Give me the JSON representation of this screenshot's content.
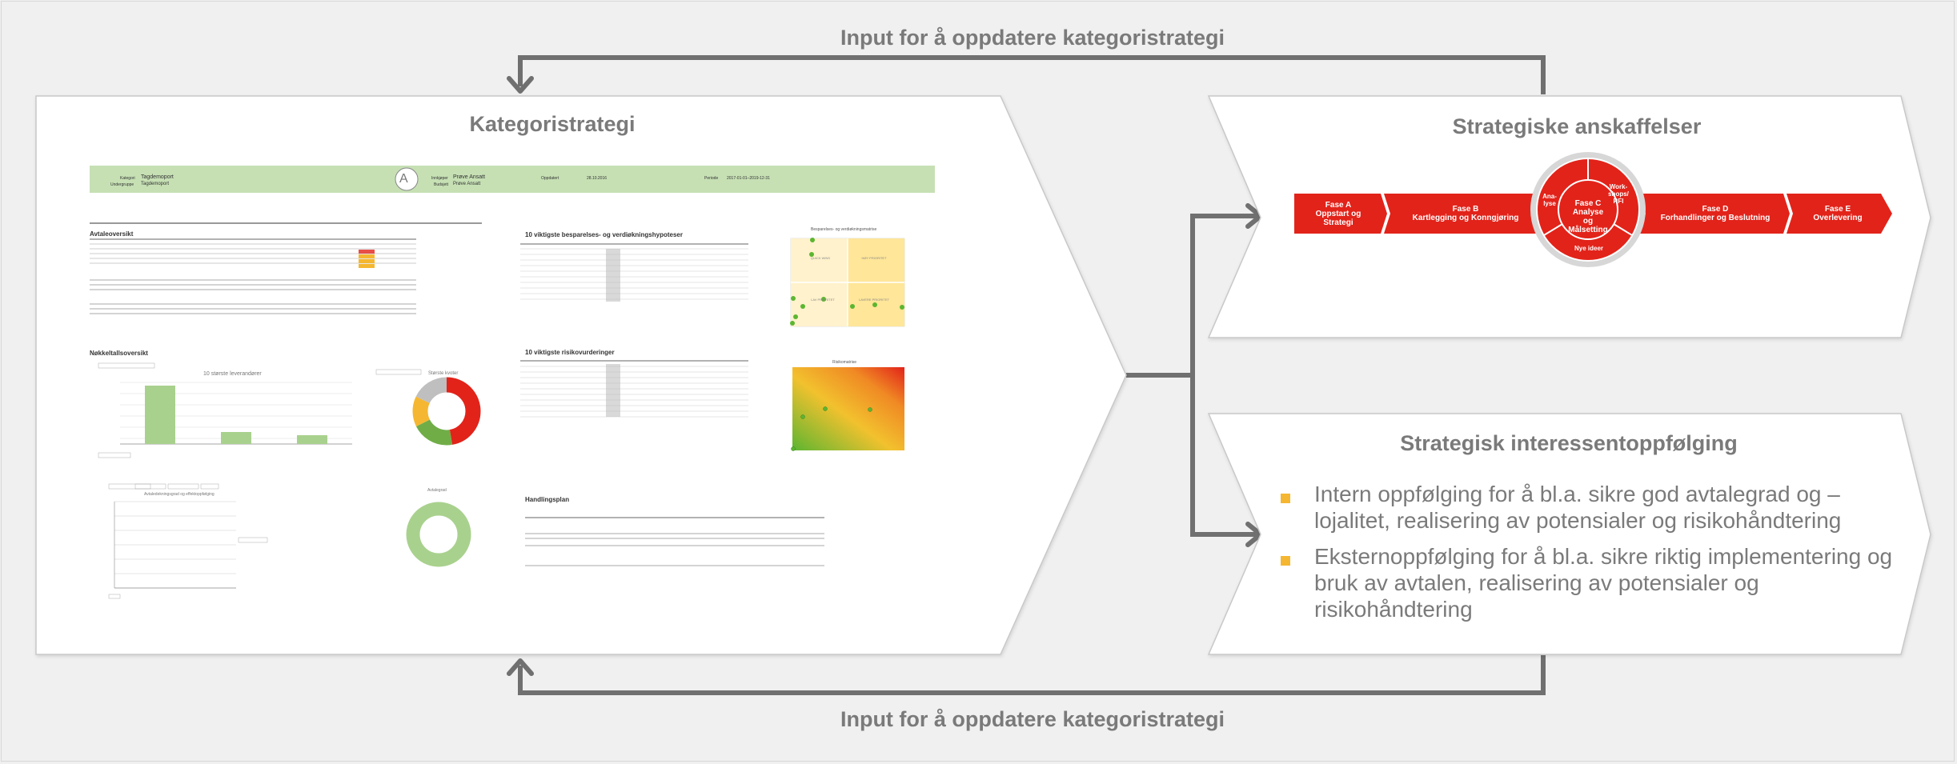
{
  "loop": {
    "top_label": "Input for å oppdatere kategoristrategi",
    "bottom_label": "Input for å oppdatere kategoristrategi"
  },
  "kategori": {
    "title": "Kategoristrategi",
    "header": {
      "label_kategori": "Kategori",
      "value_kategori": "Tagdemoport",
      "label_undergruppe": "Undergruppe",
      "value_undergruppe": "Tagdemoport",
      "badge": "A",
      "label_innkjoper": "Innkjøper",
      "value_innkjoper": "Prøve Ansatt",
      "label_budget": "Budsjett",
      "value_budget": "Prøve Ansatt",
      "label_oppdatert": "Oppdatert",
      "value_oppdatert": "28.10.2016",
      "label_periode": "Periode",
      "value_periode": "2017-01-01–2019-12-31"
    },
    "sections": {
      "avtale": "Avtaleoversikt",
      "nokkel": "Nøkkeltallsoversikt",
      "besparelse": "10 viktigste besparelses- og verdiøkningshypoteser",
      "risiko": "10 viktigste risikovurderinger",
      "handlingsplan": "Handlingsplan",
      "bar_chart_title": "10 største leverandører",
      "donut1_title": "Største kvoter",
      "donut2_title": "Avtalegrad",
      "line_chart_title": "Avtaledekningsgrad og effektoppfølging",
      "matrix1_title": "Besparelses- og verdiøkningsmatrise",
      "matrix2_title": "Risikomatrise",
      "q_quick": "QUICK WINS",
      "q_high": "HØY PRIORITET",
      "q_low": "LAV PRIORITET",
      "q_lower": "LAVERE PRIORITET"
    }
  },
  "anskaffelser": {
    "title": "Strategiske anskaffelser",
    "phases": [
      {
        "code": "Fase A",
        "name": "Oppstart og Strategi"
      },
      {
        "code": "Fase B",
        "name": "Kartlegging og Konngjøring"
      },
      {
        "code": "Fase C",
        "name": "Analyse og Målsetting"
      },
      {
        "code": "Fase D",
        "name": "Forhandlinger og Beslutning"
      },
      {
        "code": "Fase E",
        "name": "Overlevering"
      }
    ],
    "ring_labels": [
      "Ana- lyse",
      "Work- shops/ RFI",
      "Nye ideer"
    ]
  },
  "interessent": {
    "title": "Strategisk interessentoppfølging",
    "bullets": [
      "Intern oppfølging for å bl.a. sikre god avtalegrad og – lojalitet, realisering av potensialer og risikohåndtering",
      "Eksternoppfølging for å bl.a. sikre riktig implementering og bruk av avtalen, realisering av potensialer og risikohåndtering"
    ]
  },
  "colors": {
    "background": "#f0f0f0",
    "gray_text": "#7a7a7a",
    "arrow": "#707070",
    "process_red": "#e2231a",
    "header_green": "#c6e0b4",
    "bullet_yellow": "#f5b731"
  }
}
